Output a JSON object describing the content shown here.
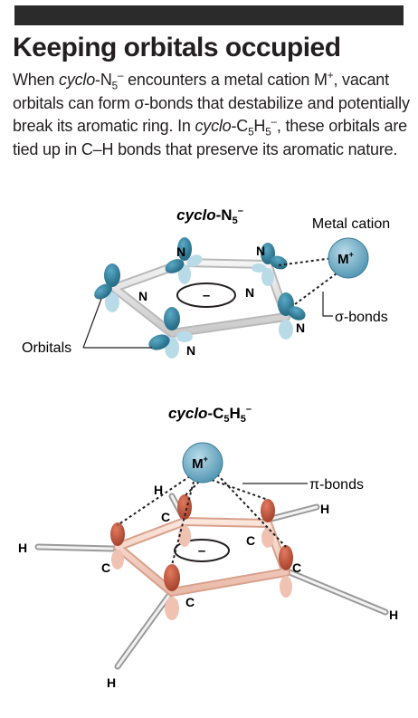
{
  "figure": {
    "title": "Keeping orbitals occupied",
    "caption": {
      "p1": "When ",
      "p2": "cyclo",
      "p3": "-N",
      "p4": "5",
      "p5": "–",
      "p6": " encounters a metal cation M",
      "p7": "+",
      "p8": ", vacant orbitals can form σ-bonds that destabilize and potentially break its aromatic ring. In ",
      "p9": "cyclo",
      "p10": "-C",
      "p11": "5",
      "p12": "H",
      "p13": "5",
      "p14": "–",
      "p15": ", these orbitals are tied up in C–H bonds that preserve its aromatic nature."
    }
  },
  "top_diagram": {
    "heading_italic": "cyclo",
    "heading_rest": "-N",
    "heading_sub": "5",
    "heading_sup": "–",
    "metal_label": "Metal cation",
    "cation_main": "M",
    "cation_sup": "+",
    "ring_charge": "–",
    "bond_label": "σ-bonds",
    "orbitals_label": "Orbitals",
    "atom": "N"
  },
  "bottom_diagram": {
    "heading_italic": "cyclo",
    "heading_rest": "-C",
    "heading_sub1": "5",
    "heading_h": "H",
    "heading_sub2": "5",
    "heading_sup": "–",
    "cation_main": "M",
    "cation_sup": "+",
    "ring_charge": "–",
    "bond_label": "π-bonds",
    "carbon": "C",
    "hydrogen": "H"
  },
  "colors": {
    "nitrogen_orbital": "#2e7f9c",
    "nitrogen_orbital_light": "#b9dbe7",
    "carbon_orbital": "#c0523a",
    "carbon_orbital_light": "#f0c2b2",
    "cation_fill": "#7fb5cc",
    "ring_top": "#dcdcdc",
    "ring_bottom": "#f0d2c6"
  }
}
